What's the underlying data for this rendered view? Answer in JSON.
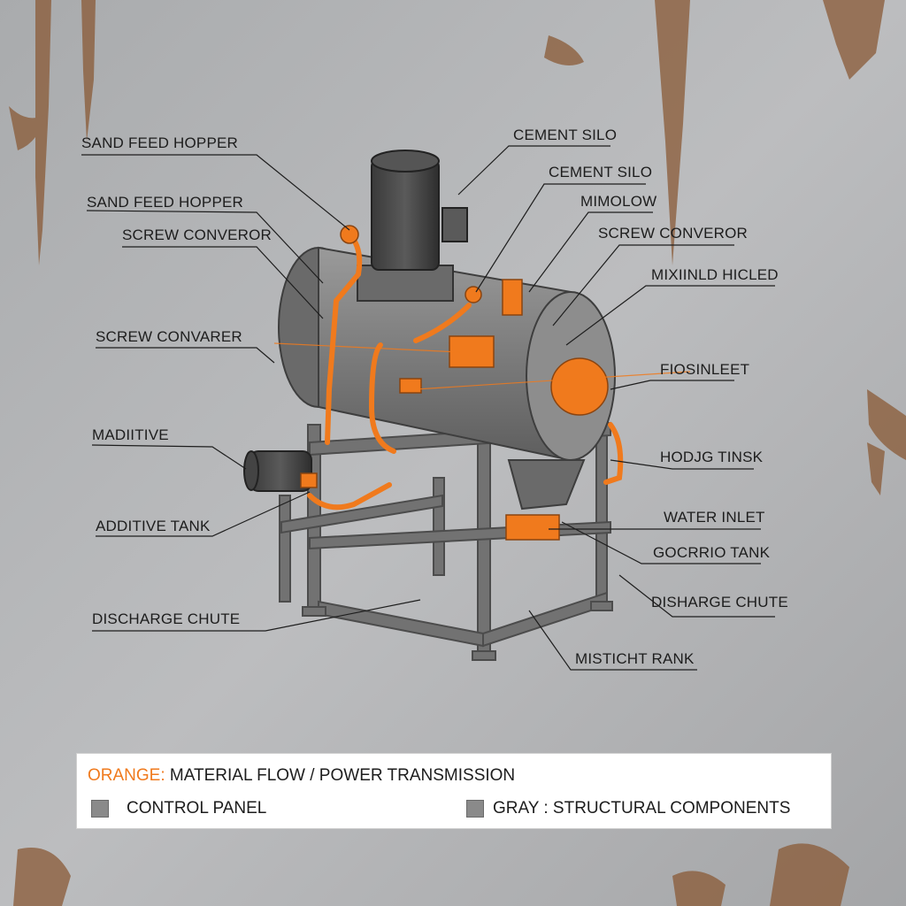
{
  "colors": {
    "orange": "#f07a1d",
    "machine_gray": "#7b7b7b",
    "frame_gray": "#6f6f6f",
    "background_metal": "#b5b6b7",
    "rust": "#8a5a36"
  },
  "callouts": {
    "sand_feed_hopper_1": "SAND FEED HOPPER",
    "sand_feed_hopper_2": "SAND FEED HOPPER",
    "screw_converor_left": "SCREW CONVEROR",
    "screw_convarer": "SCREW CONVARER",
    "maditive": "MADIITIVE",
    "additive_tank": "ADDITIVE TANK",
    "discharge_chute_left": "DISCHARGE CHUTE",
    "cement_silo_1": "CEMENT SILO",
    "cement_silo_2": "CEMENT SILO",
    "mimolow": "MIMOLOW",
    "screw_converor_right": "SCREW CONVEROR",
    "mixiinld_hicled": "MIXIINLD HICLED",
    "fiosinleet": "FIOSINLEET",
    "hodjg_tinsk": "HODJG TINSK",
    "water_inlet": "WATER INLET",
    "gocrrio_tank": "GOCRRIO TANK",
    "disharge_chute_right": "DISHARGE CHUTE",
    "mistictht_rank": "MISTICHT RANK"
  },
  "legend": {
    "orange_prefix": "ORANGE:",
    "orange_text": " MATERIAL FLOW / POWER TRANSMISSION",
    "control_panel": "CONTROL PANEL",
    "gray_structural": "GRAY : STRUCTURAL COMPONENTS"
  }
}
